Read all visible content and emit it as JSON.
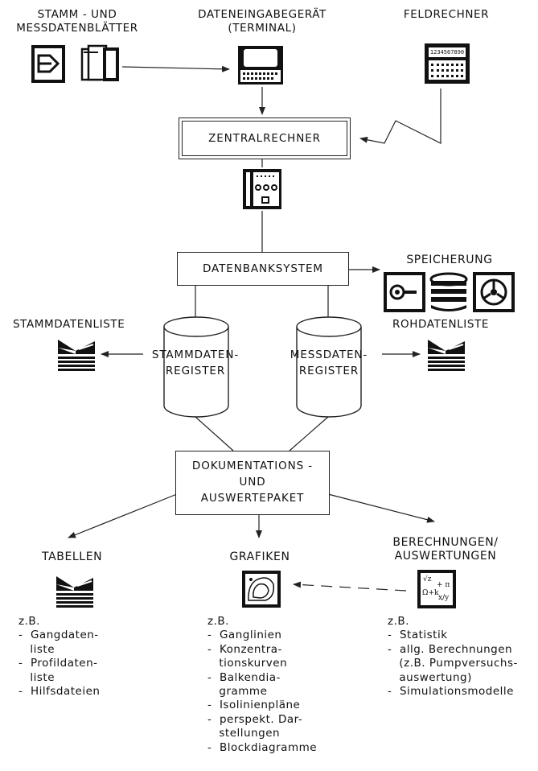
{
  "top": {
    "stamm_title": "STAMM - UND\nMESSDATENBLÄTTER",
    "terminal_title": "DATENEINGABEGERÄT\n(TERMINAL)",
    "feld_title": "FELDRECHNER",
    "feld_display": "1234567890"
  },
  "zentral": "ZENTRALRECHNER",
  "datenbank": "DATENBANKSYSTEM",
  "speicherung": "SPEICHERUNG",
  "stammdatenliste": "STAMMDATENLISTE",
  "rohdatenliste": "ROHDATENLISTE",
  "stamm_register": "STAMMDATEN-\nREGISTER",
  "mess_register": "MESSDATEN-\nREGISTER",
  "doku": "DOKUMENTATIONS -\nUND\nAUSWERTEPAKET",
  "outputs": {
    "tabellen": {
      "title": "TABELLEN",
      "list": "z.B.\n-  Gangdaten-\n   liste\n-  Profildaten-\n   liste\n-  Hilfsdateien"
    },
    "grafiken": {
      "title": "GRAFIKEN",
      "list": "z.B.\n-  Ganglinien\n-  Konzentra-\n   tionskurven\n-  Balkendia-\n   gramme\n-  Isolinienpläne\n-  perspekt. Dar-\n   stellungen\n-  Blockdiagramme"
    },
    "berechnungen": {
      "title": "BERECHNUNGEN/\nAUSWERTUNGEN",
      "list": "z.B.\n-  Statistik\n-  allg. Berechnungen\n   (z.B. Pumpversuchs-\n   auswertung)\n-  Simulationsmodelle"
    }
  }
}
